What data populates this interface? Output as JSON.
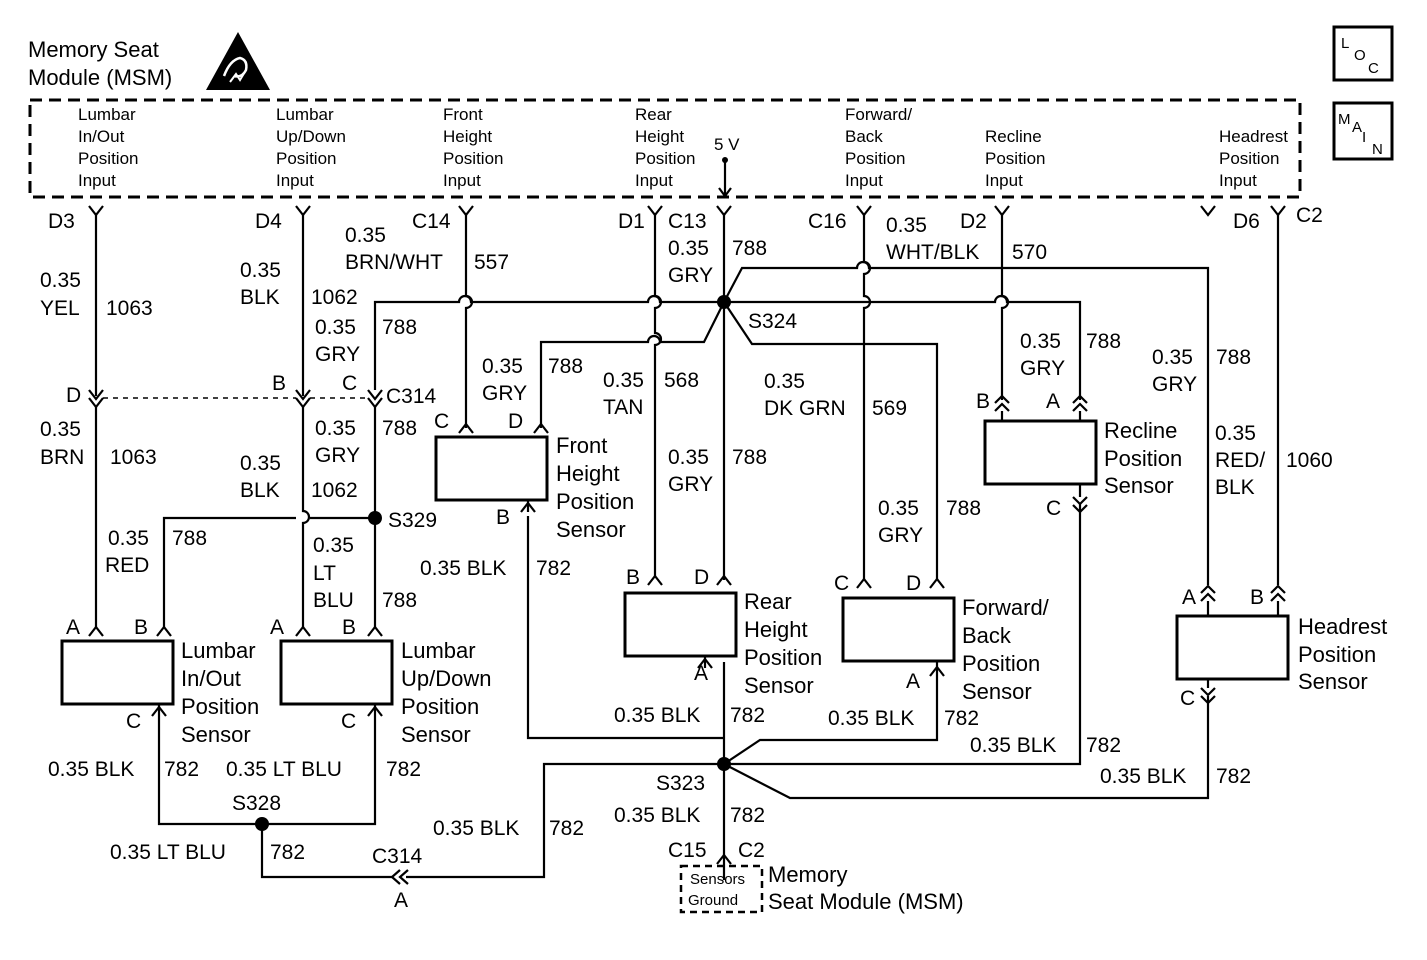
{
  "module": {
    "title_line1": "Memory Seat",
    "title_line2": "Module (MSM)"
  },
  "corner_icons": {
    "loc": [
      "L",
      "O",
      "C"
    ],
    "main": [
      "M",
      "A",
      "I",
      "N"
    ]
  },
  "inputs": [
    {
      "lines": [
        "Lumbar",
        "In/Out",
        "Position",
        "Input"
      ]
    },
    {
      "lines": [
        "Lumbar",
        "Up/Down",
        "Position",
        "Input"
      ]
    },
    {
      "lines": [
        "Front",
        "Height",
        "Position",
        "Input"
      ]
    },
    {
      "lines": [
        "Rear",
        "Height",
        "Position",
        "Input"
      ]
    },
    {
      "lines": [
        "Forward/",
        "Back",
        "Position",
        "Input"
      ]
    },
    {
      "lines": [
        "Recline",
        "Position",
        "Input"
      ]
    },
    {
      "lines": [
        "Headrest",
        "Position",
        "Input"
      ]
    }
  ],
  "five_v": "5 V",
  "msm_pins": {
    "d3": "D3",
    "d4": "D4",
    "c14": "C14",
    "d1": "D1",
    "c13": "C13",
    "c16": "C16",
    "d2": "D2",
    "d6": "D6",
    "c2": "C2"
  },
  "splices": {
    "s324": "S324",
    "s329": "S329",
    "s328": "S328",
    "s323": "S323"
  },
  "c314": {
    "name": "C314",
    "pins": {
      "d": "D",
      "b": "B",
      "c": "C",
      "a": "A"
    }
  },
  "wires": [
    {
      "size": "0.35",
      "color": "YEL",
      "circuit": "1063"
    },
    {
      "size": "0.35",
      "color": "BLK",
      "circuit": "1062"
    },
    {
      "size": "0.35",
      "color": "BRN/WHT",
      "circuit": "557"
    },
    {
      "size": "0.35",
      "color": "GRY",
      "circuit": "788"
    },
    {
      "size": "0.35",
      "color": "WHT/BLK",
      "circuit": "570"
    },
    {
      "size": "0.35",
      "color": "BRN",
      "circuit": "1063"
    },
    {
      "size": "0.35",
      "color": "RED",
      "circuit": "788"
    },
    {
      "size": "0.35",
      "color": "TAN",
      "circuit": "568"
    },
    {
      "size": "0.35",
      "color": "DK GRN",
      "circuit": "569"
    },
    {
      "size": "0.35",
      "color": "RED/",
      "color2": "BLK",
      "circuit": "1060"
    },
    {
      "size": "0.35",
      "color": "LT",
      "color2": "BLU",
      "circuit": "788"
    },
    {
      "size": "0.35 BLK",
      "circuit": "782"
    },
    {
      "size": "0.35 LT BLU",
      "circuit": "782"
    }
  ],
  "sensors": {
    "lumbar_inout": [
      "Lumbar",
      "In/Out",
      "Position",
      "Sensor"
    ],
    "lumbar_updown": [
      "Lumbar",
      "Up/Down",
      "Position",
      "Sensor"
    ],
    "front_height": [
      "Front",
      "Height",
      "Position",
      "Sensor"
    ],
    "rear_height": [
      "Rear",
      "Height",
      "Position",
      "Sensor"
    ],
    "forward_back": [
      "Forward/",
      "Back",
      "Position",
      "Sensor"
    ],
    "recline": [
      "Recline",
      "Position",
      "Sensor"
    ],
    "headrest": [
      "Headrest",
      "Position",
      "Sensor"
    ]
  },
  "pins": {
    "a": "A",
    "b": "B",
    "c": "C",
    "d": "D"
  },
  "ground": {
    "pin1": "C15",
    "pin2": "C2",
    "box1": "Sensors",
    "box2": "Ground",
    "label1": "Memory",
    "label2": "Seat Module (MSM)"
  }
}
